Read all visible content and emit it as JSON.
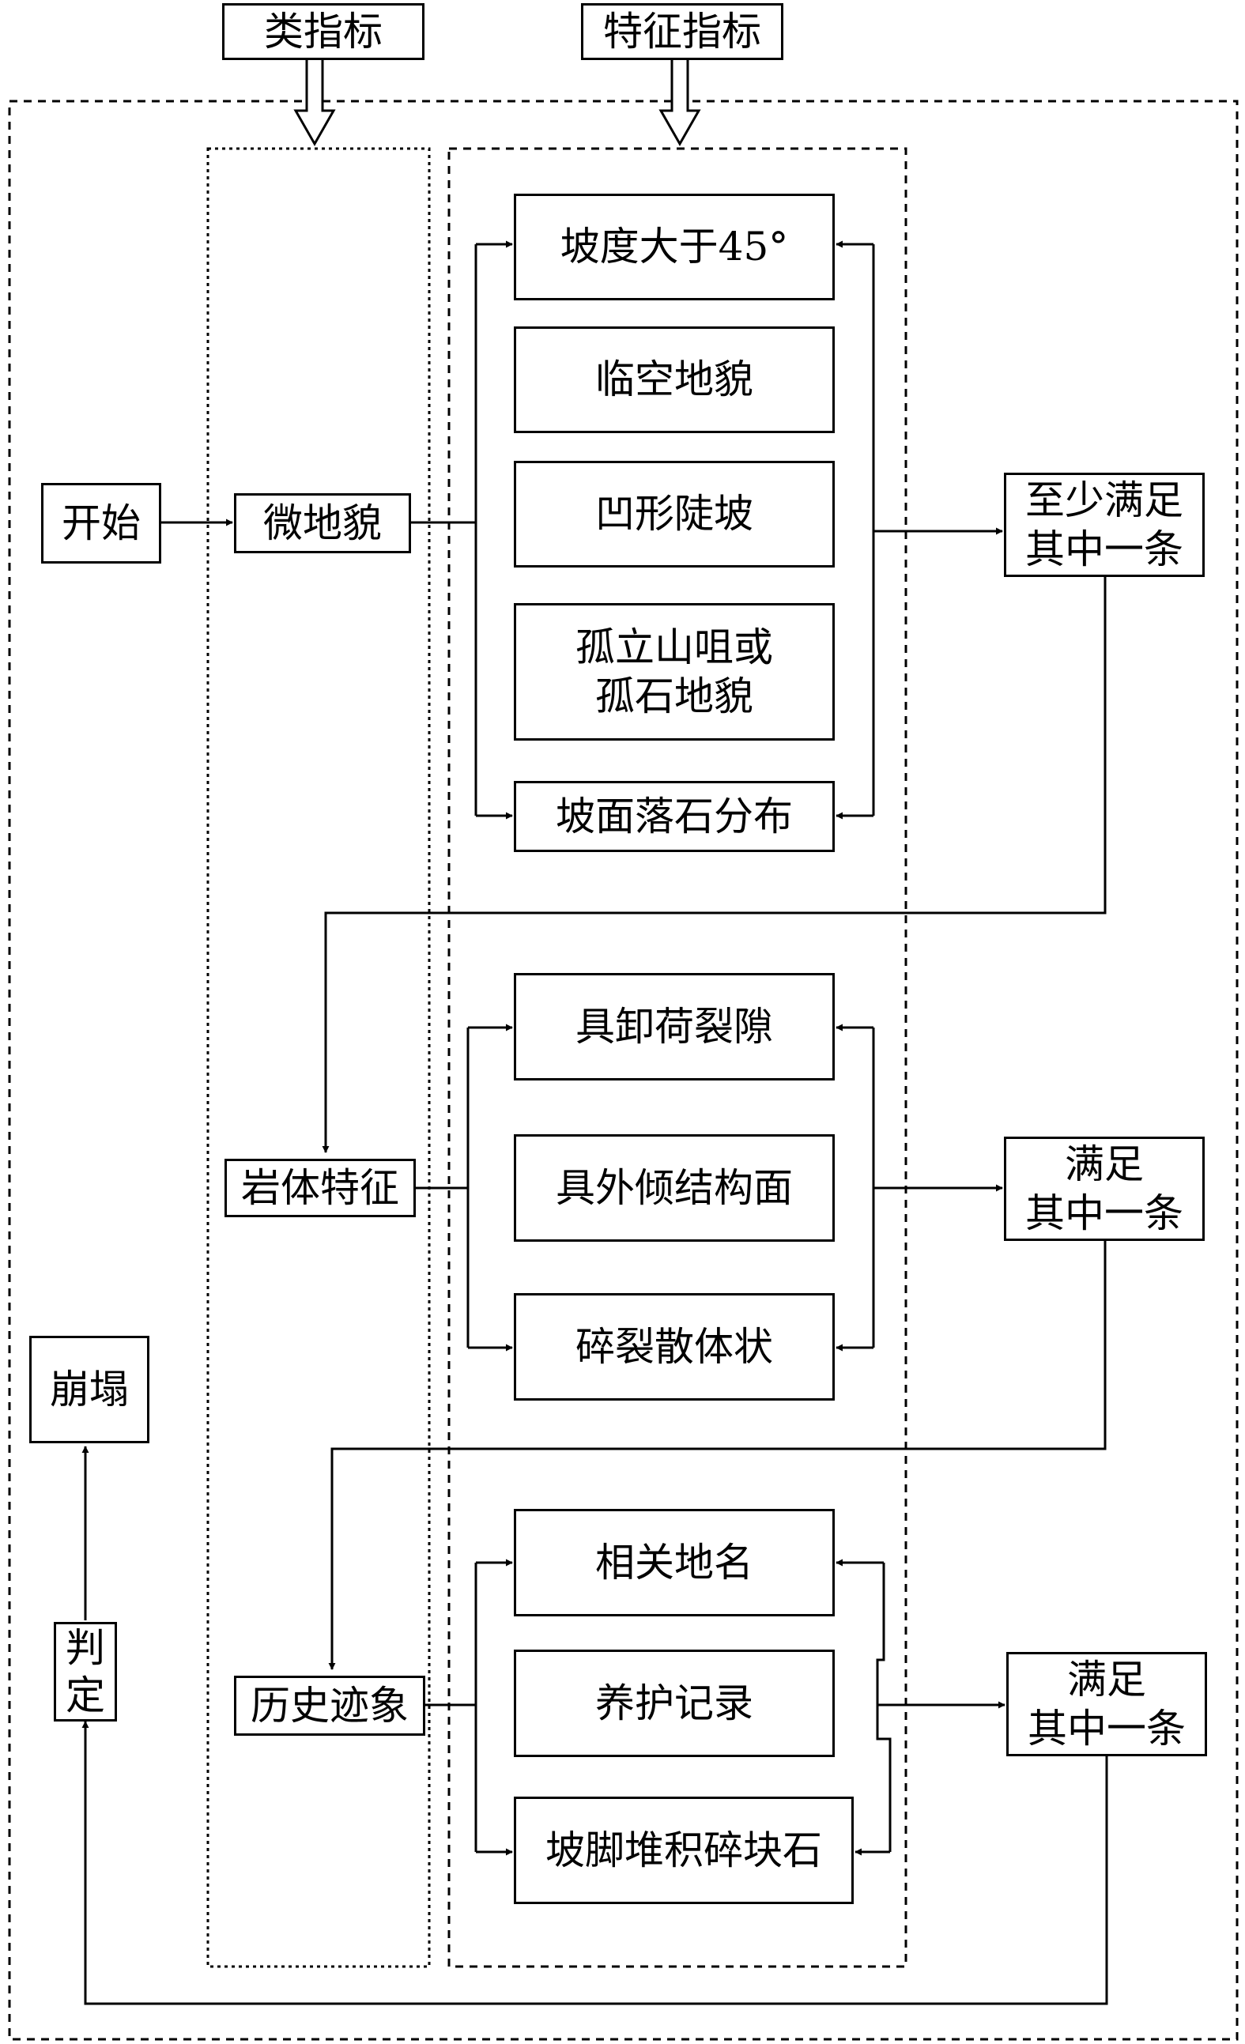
{
  "headers": {
    "category_indicator": "类指标",
    "feature_indicator": "特征指标"
  },
  "start": "开始",
  "categories": {
    "micro_landform": "微地貌",
    "rock_mass": "岩体特征",
    "historical_traces": "历史迹象"
  },
  "features": {
    "micro_landform": [
      "坡度大于45°",
      "临空地貌",
      "凹形陡坡",
      "孤立山咀或\n孤石地貌",
      "坡面落石分布"
    ],
    "rock_mass": [
      "具卸荷裂隙",
      "具外倾结构面",
      "碎裂散体状"
    ],
    "historical_traces": [
      "相关地名",
      "养护记录",
      "坡脚堆积碎块石"
    ]
  },
  "conditions": {
    "micro_landform": "至少满足\n其中一条",
    "rock_mass": "满足\n其中一条",
    "historical_traces": "满足\n其中一条"
  },
  "judge": "判\n定",
  "result": "崩塌"
}
